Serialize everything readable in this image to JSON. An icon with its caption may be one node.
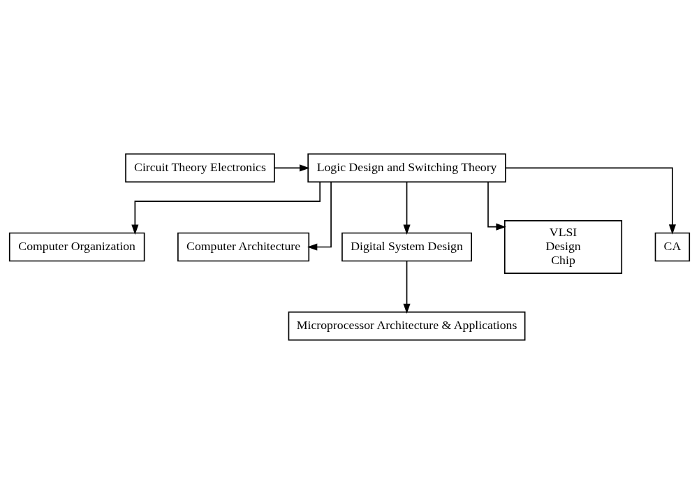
{
  "diagram": {
    "nodes": [
      {
        "text": [
          "Circuit Theory Electronics"
        ]
      },
      {
        "text": [
          "Logic Design and Switching Theory"
        ]
      },
      {
        "text": [
          "Computer Organization"
        ]
      },
      {
        "text": [
          "Computer Architecture"
        ]
      },
      {
        "text": [
          "Digital System Design"
        ]
      },
      {
        "text": [
          "VLSI",
          "Design",
          "Chip"
        ]
      },
      {
        "text": [
          "Microprocessor Architecture & Applications"
        ]
      },
      {
        "text": [
          "CA"
        ]
      }
    ],
    "edges": [
      {
        "from": 0,
        "to": 1,
        "arrow": "to"
      },
      {
        "from": 1,
        "to": 2,
        "arrow": "to"
      },
      {
        "from": 1,
        "to": 3,
        "arrow": "to"
      },
      {
        "from": 1,
        "to": 4,
        "arrow": "to"
      },
      {
        "from": 1,
        "to": 5,
        "arrow": "to"
      },
      {
        "from": 1,
        "to": 7,
        "arrow": "to"
      },
      {
        "from": 4,
        "to": 6,
        "arrow": "to"
      }
    ]
  }
}
